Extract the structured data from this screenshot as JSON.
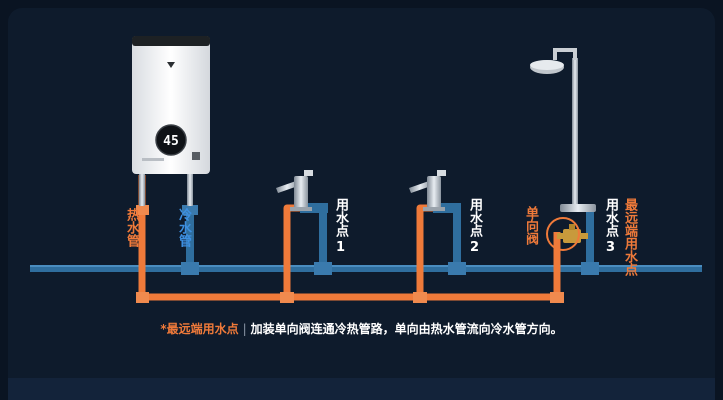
{
  "heater": {
    "display_value": "45",
    "hot_pipe_label": "热水管",
    "cold_pipe_label": "冷水管"
  },
  "points": [
    {
      "label": "用水点",
      "number": "1"
    },
    {
      "label": "用水点",
      "number": "2"
    },
    {
      "label": "用水点",
      "number": "3"
    }
  ],
  "check_valve_label": "单向阀",
  "farthest_point_label": "最远端用水点",
  "caption": {
    "highlight": "*最远端用水点",
    "separator": "|",
    "text": "加装单向阀连通冷热管路，单向由热水管流向冷水管方向。"
  },
  "colors": {
    "hot": "#ef7a3a",
    "cold": "#2f6e9e",
    "background": "#0e1b2c"
  }
}
